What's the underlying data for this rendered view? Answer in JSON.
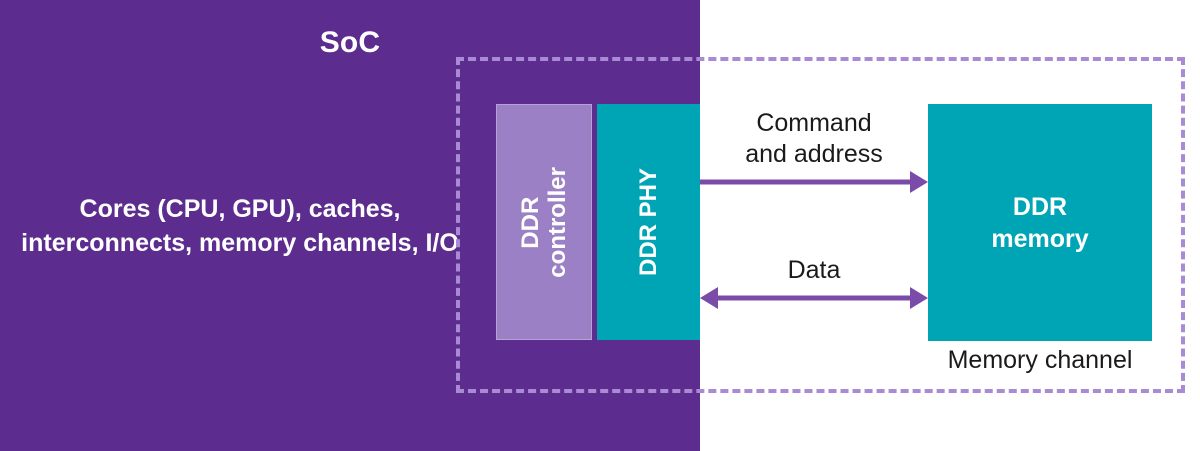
{
  "diagram": {
    "title": "SoC DDR memory subsystem block diagram",
    "soc": {
      "title": "SoC",
      "body_text": "Cores (CPU, GPU), caches, interconnects, memory channels, I/O",
      "color": "#5C2D8F"
    },
    "blocks": [
      {
        "id": "ddr-controller",
        "label": "DDR\ncontroller",
        "color": "#9B80C6",
        "text_color": "#FFFFFF",
        "orientation": "vertical"
      },
      {
        "id": "ddr-phy",
        "label": "DDR PHY",
        "color": "#00A5B5",
        "text_color": "#FFFFFF",
        "orientation": "vertical"
      },
      {
        "id": "ddr-memory",
        "label": "DDR\nmemory",
        "color": "#00A5B5",
        "text_color": "#FFFFFF",
        "orientation": "horizontal"
      }
    ],
    "connections": [
      {
        "id": "command-and-address",
        "label": "Command\nand address",
        "direction": "unidirectional",
        "from": "ddr-phy",
        "to": "ddr-memory",
        "color": "#7B4BA8"
      },
      {
        "id": "data",
        "label": "Data",
        "direction": "bidirectional",
        "from": "ddr-phy",
        "to": "ddr-memory",
        "color": "#7B4BA8"
      }
    ],
    "boundary": {
      "label": "Memory channel",
      "style": "dashed",
      "color": "#A98AD4"
    }
  }
}
